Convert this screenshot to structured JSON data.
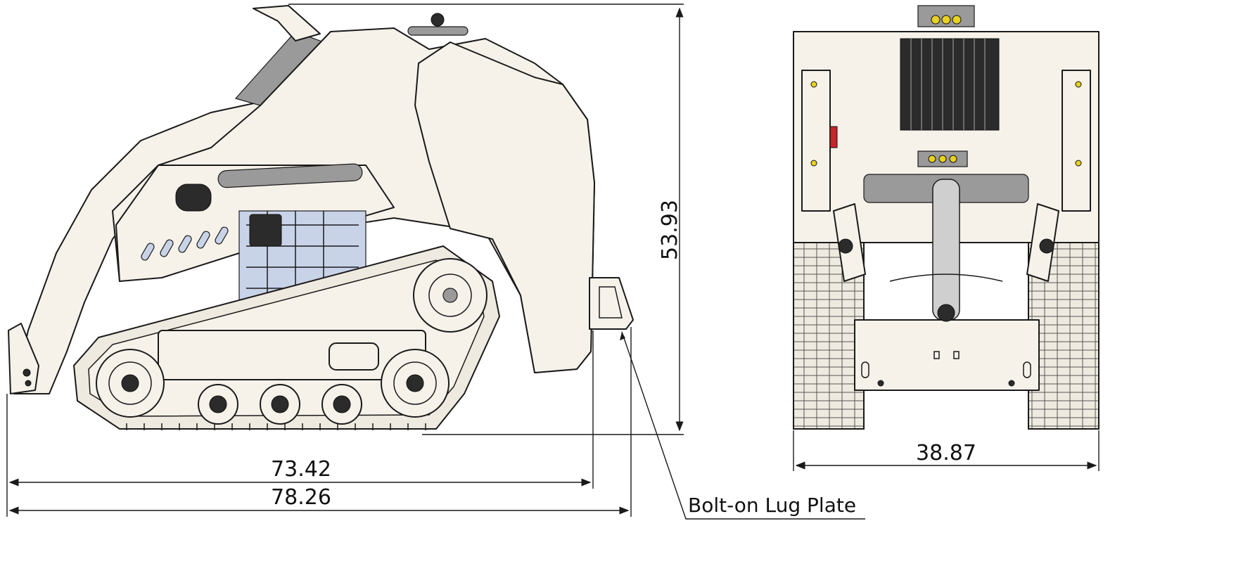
{
  "views": {
    "side": {
      "name": "side-view"
    },
    "front": {
      "name": "front-view"
    }
  },
  "dimensions": {
    "height": "53.93",
    "length_inner": "73.42",
    "length_overall": "78.26",
    "width": "38.87"
  },
  "callouts": {
    "lug_plate": "Bolt-on Lug Plate"
  },
  "colors": {
    "body": "#f6f2ea",
    "glass": "#c9d3e8",
    "light": "#e8d21c",
    "red": "#c8242a"
  }
}
